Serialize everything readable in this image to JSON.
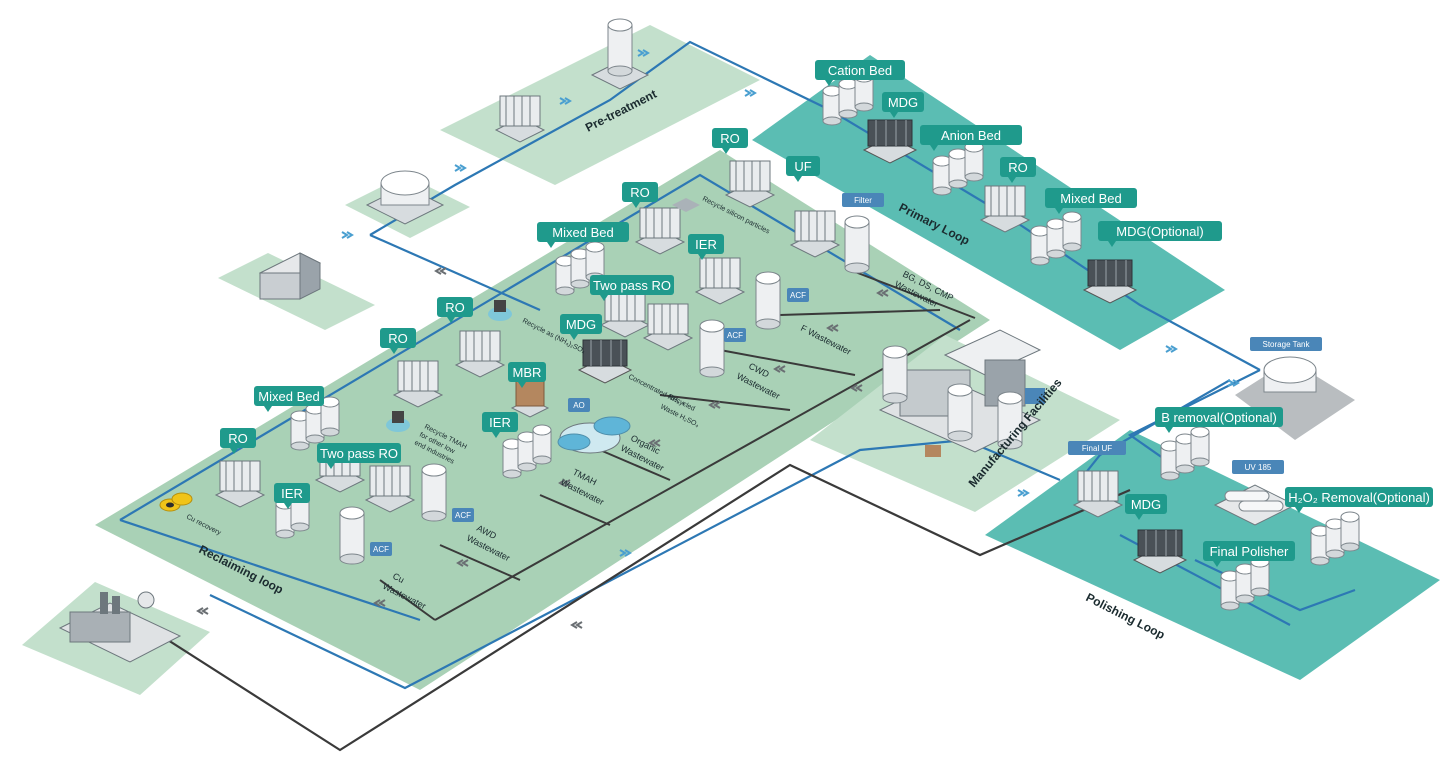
{
  "zones": {
    "pretreatment": "Pre-treatment",
    "primary_loop": "Primary Loop",
    "reclaiming_loop": "Reclaiming loop",
    "polishing_loop": "Polishing Loop",
    "manufacturing": "Manufacturing Facilities"
  },
  "primary_labels": {
    "cation_bed": "Cation Bed",
    "mdg": "MDG",
    "anion_bed": "Anion Bed",
    "ro": "RO",
    "mixed_bed": "Mixed Bed",
    "mdg_optional": "MDG(Optional)"
  },
  "reclaim_labels": {
    "ro_top": "RO",
    "uf": "UF",
    "filter": "Filter",
    "ro_2": "RO",
    "mixed_bed_top": "Mixed Bed",
    "ier_top": "IER",
    "two_pass_ro_top": "Two pass RO",
    "acf_1": "ACF",
    "ro_3": "RO",
    "mdg": "MDG",
    "acf_2": "ACF",
    "ro_4": "RO",
    "mbr": "MBR",
    "ao": "AO",
    "mixed_bed_left": "Mixed Bed",
    "ier_mid": "IER",
    "ro_left": "RO",
    "two_pass_ro_left": "Two pass RO",
    "ier_left": "IER",
    "acf_3": "ACF",
    "acf_4": "ACF"
  },
  "reclaim_notes": {
    "silicon": "Recycle silicon particles",
    "nh4": "Recycle as (NH₄)₂SO₄",
    "nh3": "Concentrated NH₃ +",
    "h2so4_a": "Recycled",
    "h2so4_b": "Waste H₂SO₄",
    "tmah_a": "Recycle TMAH",
    "tmah_b": "for other low",
    "tmah_c": "end industries",
    "cu_recovery": "Cu recovery"
  },
  "wastewater_labels": {
    "bg_a": "BG, DS, CMP",
    "bg_b": "Wastewater",
    "f_ww": "F Wastewater",
    "cwd_a": "CWD",
    "cwd_b": "Wastewater",
    "organic_a": "Organic",
    "organic_b": "Wastewater",
    "tmah_a": "TMAH",
    "tmah_b": "Wastewater",
    "awd_a": "AWD",
    "awd_b": "Wastewater",
    "cu_a": "Cu",
    "cu_b": "Wastewater"
  },
  "polishing_labels": {
    "storage_tank": "Storage Tank",
    "b_removal": "B removal(Optional)",
    "final_uf": "Final UF",
    "uv185": "UV 185",
    "mdg": "MDG",
    "h2o2": "H₂O₂ Removal(Optional)",
    "final_polisher": "Final Polisher"
  },
  "colors": {
    "light_zone": "#bfdcc8",
    "reclaim_zone": "#a9d1b6",
    "teal_zone": "#5bbdb3",
    "label_teal": "#1f9a8c",
    "label_blue": "#4a86b8",
    "pipe_blue": "#2d78b4",
    "pipe_dark": "#3a3a3a"
  }
}
